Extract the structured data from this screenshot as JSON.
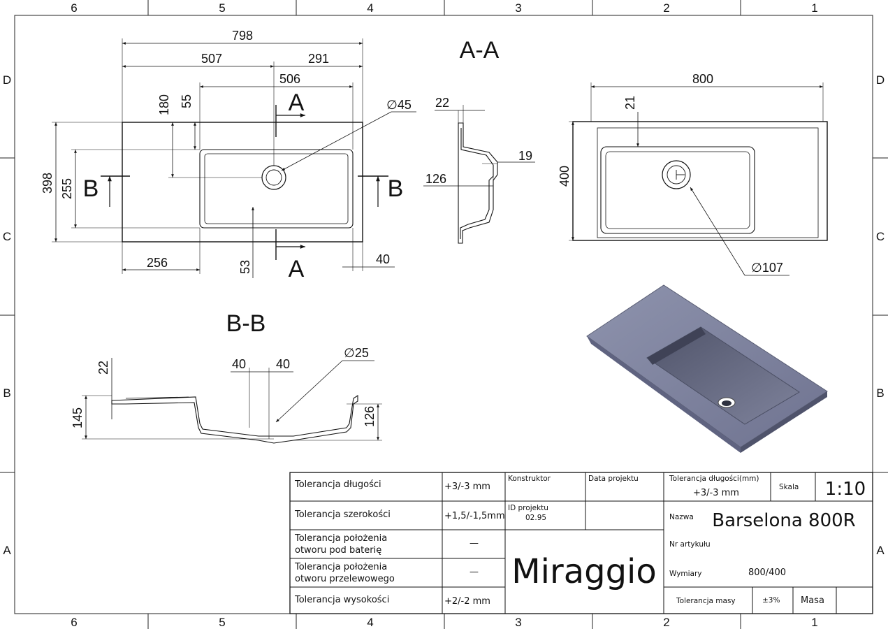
{
  "frame": {
    "columns": [
      "6",
      "5",
      "4",
      "3",
      "2",
      "1"
    ],
    "rows": [
      "D",
      "C",
      "B",
      "A"
    ]
  },
  "views": {
    "top": {
      "section_aa": "A-A",
      "dim_overall": "798",
      "dim_left": "507",
      "dim_right": "291",
      "dim_bowl": "506",
      "dim_180": "180",
      "dim_55": "55",
      "dim_398": "398",
      "dim_255": "255",
      "dim_256": "256",
      "dim_53": "53",
      "dim_40": "40",
      "dim_drain": "∅45",
      "cut_a": "A",
      "cut_b": "B"
    },
    "side": {
      "dim_22": "22",
      "dim_19": "19",
      "dim_126": "126"
    },
    "right": {
      "dim_800": "800",
      "dim_21": "21",
      "dim_400": "400",
      "dim_drain": "∅107"
    },
    "section_bb": {
      "title": "B-B",
      "dim_22": "22",
      "dim_145": "145",
      "dim_40a": "40",
      "dim_40b": "40",
      "dim_hole": "∅25",
      "dim_126": "126"
    }
  },
  "title_block": {
    "tolerances": [
      {
        "label": [
          "Tolerancja długości"
        ],
        "value": "+3/-3 mm"
      },
      {
        "label": [
          "Tolerancja szerokości"
        ],
        "value": "+1,5/-1,5mm"
      },
      {
        "label": [
          "Tolerancja położenia",
          "otworu pod baterię"
        ],
        "value": "—"
      },
      {
        "label": [
          "Tolerancja położenia",
          "otworu przelewowego"
        ],
        "value": "—"
      },
      {
        "label": [
          "Tolerancja wysokości"
        ],
        "value": "+2/-2 mm"
      }
    ],
    "konstruktor": "Konstruktor",
    "data_projektu": "Data projektu",
    "id_projektu_label": "ID projektu",
    "id_projektu_value": "02.95",
    "brand": "Miraggio",
    "tol_len_label": "Tolerancja długości(mm)",
    "tol_len_value": "+3/-3 mm",
    "skala_label": "Skala",
    "skala_value": "1:10",
    "nazwa_label": "Nazwa",
    "nazwa_value": "Barselona 800R",
    "nr_artykulu_label": "Nr artykułu",
    "wymiary_label": "Wymiary",
    "wymiary_value": "800/400",
    "tol_masy_label": "Tolerancja masy",
    "tol_masy_value": "±3%",
    "masa_label": "Masa"
  }
}
